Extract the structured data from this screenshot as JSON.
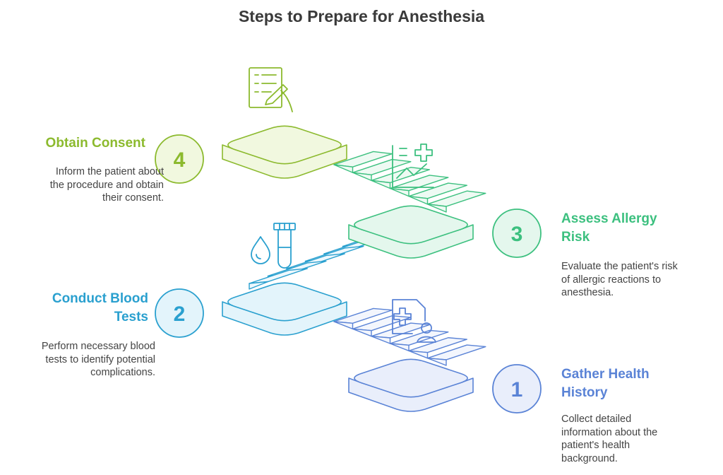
{
  "title": "Steps to Prepare for Anesthesia",
  "steps": [
    {
      "number": "1",
      "title_lines": [
        "Gather Health",
        "History"
      ],
      "desc_lines": [
        "Collect detailed",
        "information about the",
        "patient's health",
        "background."
      ],
      "color": "#5a83d6",
      "fill": "#e9eefb",
      "icon": "patient-record-icon"
    },
    {
      "number": "2",
      "title_lines": [
        "Conduct Blood",
        "Tests"
      ],
      "desc_lines": [
        "Perform necessary blood",
        "tests to identify potential",
        "complications."
      ],
      "color": "#2aa0cf",
      "fill": "#e3f4fb",
      "icon": "blood-test-icon"
    },
    {
      "number": "3",
      "title_lines": [
        "Assess Allergy",
        "Risk"
      ],
      "desc_lines": [
        "Evaluate the patient's risk",
        "of allergic reactions to",
        "anesthesia."
      ],
      "color": "#3cc07f",
      "fill": "#e4f7ed",
      "icon": "medical-chart-icon"
    },
    {
      "number": "4",
      "title_lines": [
        "Obtain Consent"
      ],
      "desc_lines": [
        "Inform the patient about",
        "the procedure and obtain",
        "their consent."
      ],
      "color": "#8cba2e",
      "fill": "#f1f8df",
      "icon": "signing-document-icon"
    }
  ]
}
